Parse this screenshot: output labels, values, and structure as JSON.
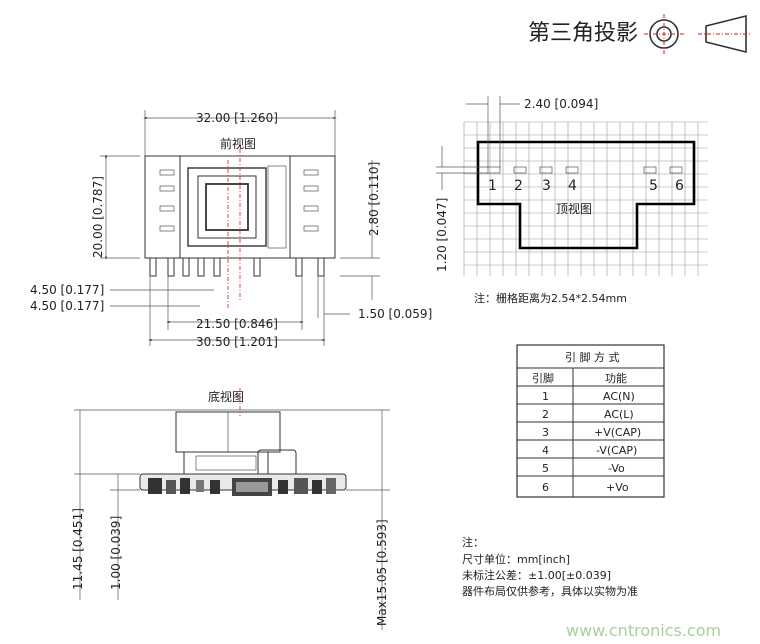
{
  "header": {
    "title": "第三角投影"
  },
  "front_view": {
    "label": "前视图",
    "dim_width": "32.00 [1.260]",
    "dim_height": "20.00 [0.787]",
    "dim_pin_height": "2.80 [0.110]",
    "dim_pin_pitch_a": "4.50 [0.177]",
    "dim_pin_pitch_b": "4.50 [0.177]",
    "dim_inner_span": "21.50 [0.846]",
    "dim_pin_width": "1.50 [0.059]",
    "dim_outer_span": "30.50 [1.201]"
  },
  "top_view": {
    "label": "顶视图",
    "dim_grid_pitch": "2.40 [0.094]",
    "dim_depth": "1.20 [0.047]",
    "pins": [
      "1",
      "2",
      "3",
      "4",
      "5",
      "6"
    ],
    "note": "注：栅格距离为2.54*2.54mm"
  },
  "bottom_view": {
    "label": "底视图",
    "dim_total_height": "11.45 [0.451]",
    "dim_standoff": "1.00 [0.039]",
    "dim_max_height": "Max15.05 [0.593]"
  },
  "pin_table": {
    "title": "引 脚 方 式",
    "col_pin": "引脚",
    "col_function": "功能",
    "rows": [
      {
        "pin": "1",
        "function": "AC(N)"
      },
      {
        "pin": "2",
        "function": "AC(L)"
      },
      {
        "pin": "3",
        "function": "+V(CAP)"
      },
      {
        "pin": "4",
        "function": "-V(CAP)"
      },
      {
        "pin": "5",
        "function": "-Vo"
      },
      {
        "pin": "6",
        "function": "+Vo"
      }
    ]
  },
  "notes": {
    "heading": "注：",
    "line1": "尺寸单位：mm[inch]",
    "line2": "未标注公差：±1.00[±0.039]",
    "line3": "器件布局仅供参考，具体以实物为准"
  },
  "watermark": "www.cntronics.com"
}
